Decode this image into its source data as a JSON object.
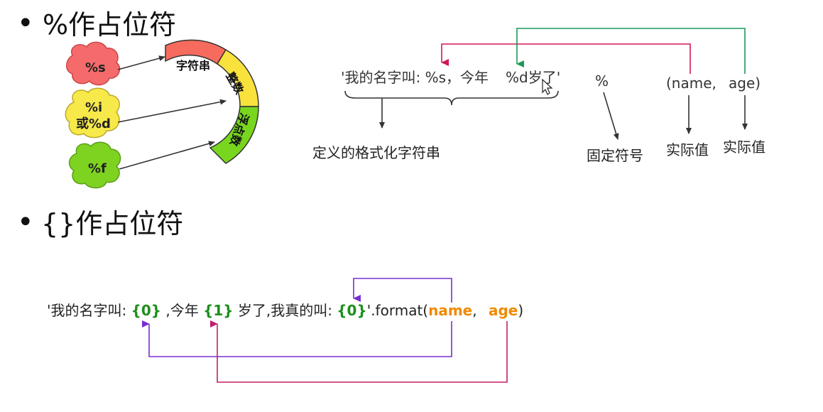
{
  "section1": {
    "bullet": "•",
    "heading": "%作占位符",
    "clouds": [
      {
        "label": "%s",
        "color": "#f56b6b"
      },
      {
        "label": "%i",
        "label2": "或%d",
        "color": "#f7e94a"
      },
      {
        "label": "%f",
        "color": "#7ed321"
      }
    ],
    "ring": [
      {
        "label": "字符串",
        "color": "#f76b5e"
      },
      {
        "label": "整数",
        "color": "#f9e23c"
      },
      {
        "label": "浮点数",
        "color": "#78d61e"
      }
    ],
    "format_string": {
      "part1": "'我的名字叫: %s，今年",
      "part2": "%d岁了'"
    },
    "percent_sign": "%",
    "tuple": {
      "open": "(name,",
      "close": "age)"
    },
    "captions": {
      "format_string": "定义的格式化字符串",
      "fixed_symbol": "固定符号",
      "actual_value_1": "实际值",
      "actual_value_2": "实际值"
    },
    "colors": {
      "arrow_red": "#d01a55",
      "arrow_green": "#1b9a5a"
    }
  },
  "section2": {
    "bullet": "•",
    "heading": "{}作占位符",
    "code": {
      "prefix": "'我的名字叫: ",
      "ph0a": "{0}",
      "mid1": " ,今年 ",
      "ph1": "{1}",
      "mid2": " 岁了,我真的叫: ",
      "ph0b": "{0}",
      "format": "'.format(",
      "arg_name": "name",
      "comma": ", ",
      "arg_age": "age",
      "close": ")"
    },
    "colors": {
      "arrow_purple": "#7a2fd0",
      "arrow_magenta": "#c21e6b",
      "placeholder": "#1c8f1c",
      "argument": "#f08a00"
    }
  }
}
